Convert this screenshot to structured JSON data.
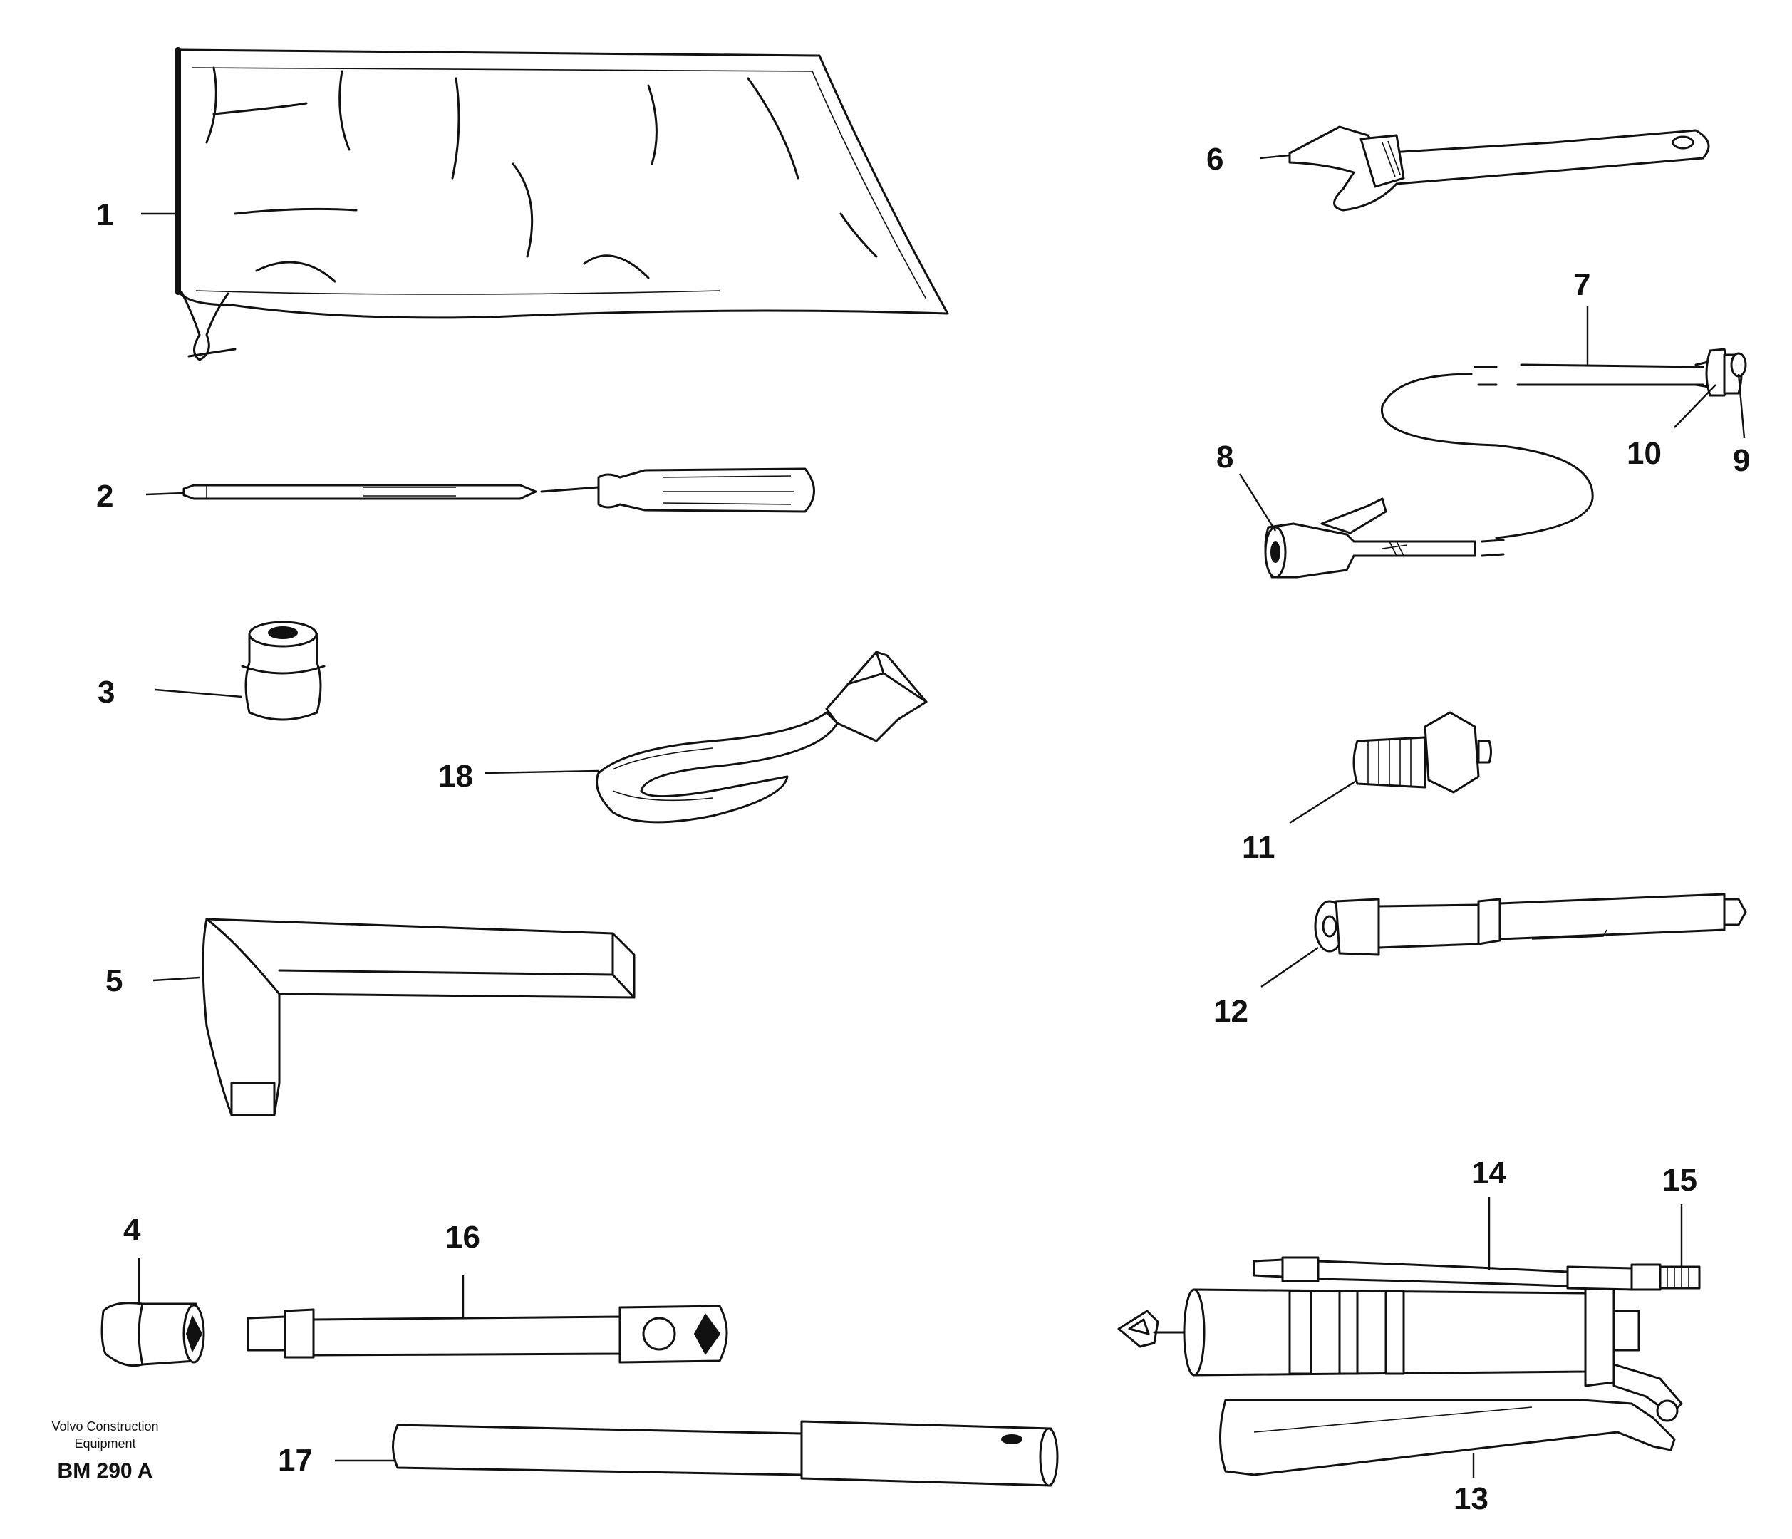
{
  "callouts": [
    {
      "id": "1",
      "text": "1",
      "part": "tool-bag"
    },
    {
      "id": "2",
      "text": "2",
      "part": "screwdriver"
    },
    {
      "id": "3",
      "text": "3",
      "part": "socket-small"
    },
    {
      "id": "4",
      "text": "4",
      "part": "socket-medium"
    },
    {
      "id": "5",
      "text": "5",
      "part": "hex-key"
    },
    {
      "id": "6",
      "text": "6",
      "part": "adjustable-wrench"
    },
    {
      "id": "7",
      "text": "7",
      "part": "air-hose"
    },
    {
      "id": "8",
      "text": "8",
      "part": "air-chuck"
    },
    {
      "id": "9",
      "text": "9",
      "part": "hose-nipple"
    },
    {
      "id": "10",
      "text": "10",
      "part": "hose-clamp"
    },
    {
      "id": "11",
      "text": "11",
      "part": "adapter-nipple"
    },
    {
      "id": "12",
      "text": "12",
      "part": "tire-pressure-gauge"
    },
    {
      "id": "13",
      "text": "13",
      "part": "grease-gun"
    },
    {
      "id": "14",
      "text": "14",
      "part": "grease-hose"
    },
    {
      "id": "15",
      "text": "15",
      "part": "grease-nozzle"
    },
    {
      "id": "16",
      "text": "16",
      "part": "wheel-brace"
    },
    {
      "id": "17",
      "text": "17",
      "part": "tommy-bar"
    },
    {
      "id": "18",
      "text": "18",
      "part": "filter-strap-wrench"
    }
  ],
  "credit": {
    "line1": "Volvo Construction",
    "line2": "Equipment",
    "code": "BM 290 A"
  }
}
